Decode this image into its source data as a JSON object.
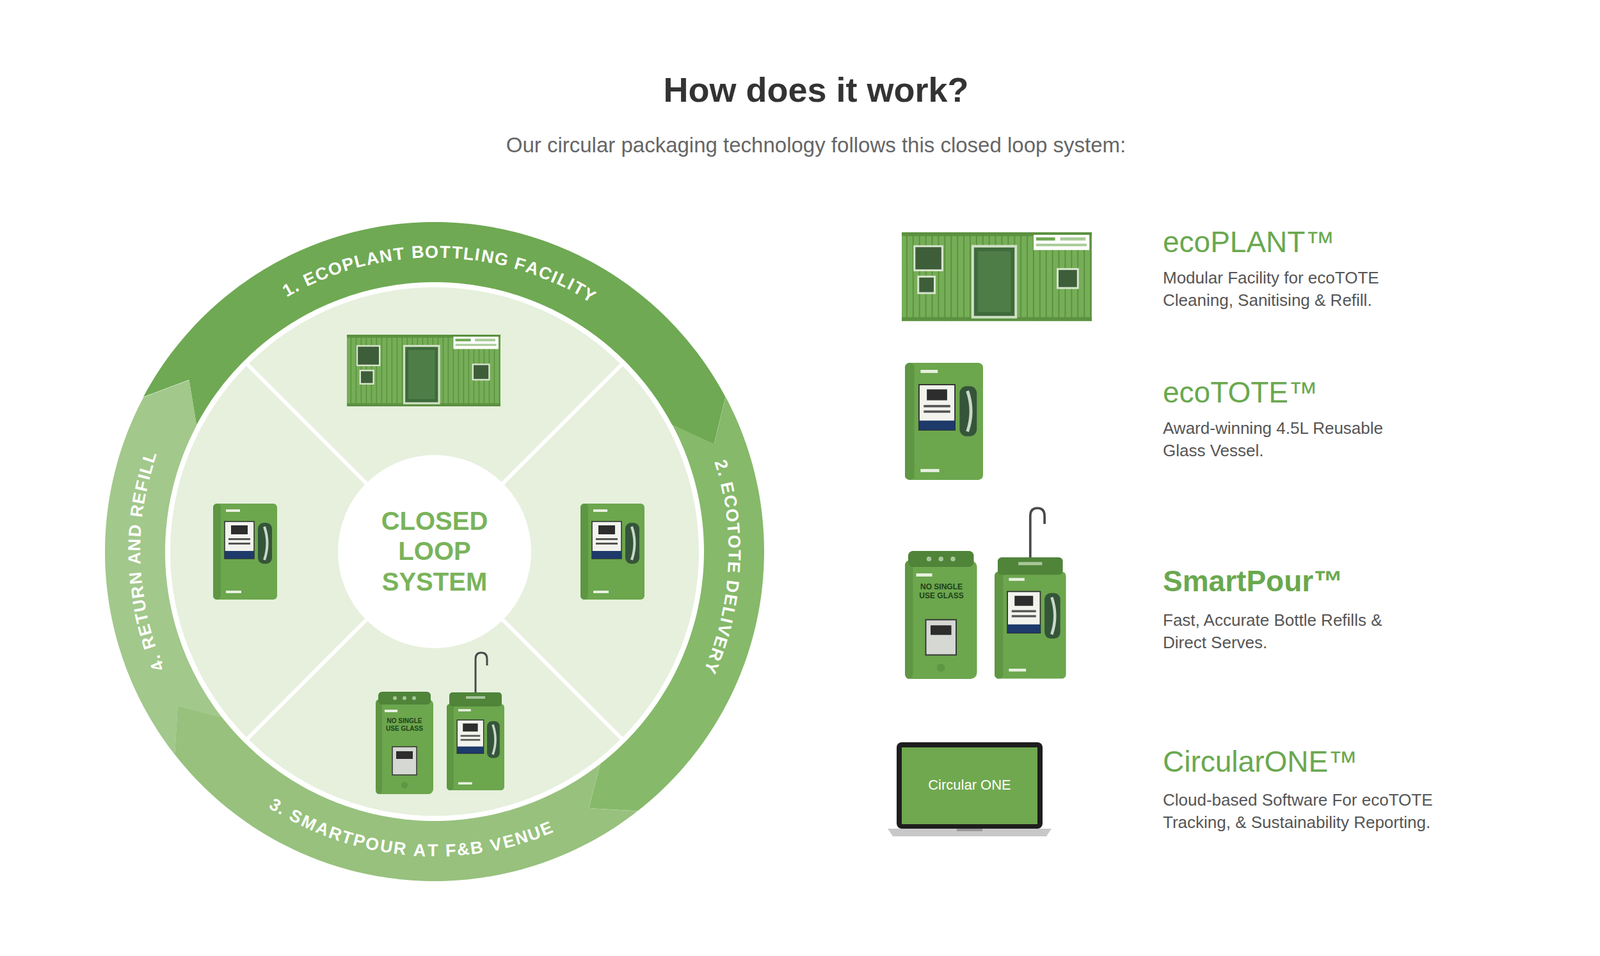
{
  "diagram": {
    "title": "How does it work?",
    "caption": "Our circular packaging technology follows this closed loop system:",
    "nodes": [
      {
        "text": [
          "1. ECOPLANT BOTTLING FACILITY"
        ]
      },
      {
        "text": [
          "2. ECOTOTE DELIVERY"
        ]
      },
      {
        "text": [
          "3. SMARTPOUR AT F&B VENUE"
        ]
      },
      {
        "text": [
          "4. RETURN AND REFILL"
        ]
      },
      {
        "text": [
          "CLOSED LOOP SYSTEM"
        ]
      }
    ],
    "labels": [
      "NO SINGLE USE GLASS",
      "NO SINGLE USE GLASS",
      "ecoPLANT™",
      "Modular Facility for ecoTOTE Cleaning, Sanitising & Refill.",
      "ecoTOTE™",
      "Award-winning 4.5L Reusable Glass Vessel.",
      "SmartPour™",
      "Fast, Accurate Bottle Refills & Direct Serves.",
      "CircularONE™",
      "Cloud-based Software For ecoTOTE Tracking, & Sustainability Reporting.",
      "Circular ONE"
    ]
  }
}
